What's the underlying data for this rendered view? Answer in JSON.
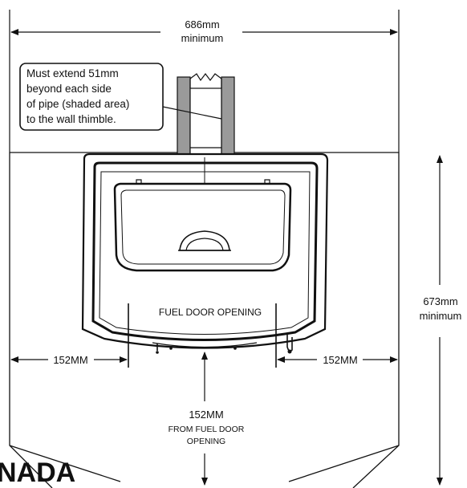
{
  "dimensions": {
    "top_width_value": "686mm",
    "top_width_note": "minimum",
    "right_depth_value": "673mm",
    "right_depth_note": "minimum",
    "side_left": "152MM",
    "side_right": "152MM",
    "front_value": "152MM",
    "front_note_line1": "FROM FUEL DOOR",
    "front_note_line2": "OPENING"
  },
  "callout": {
    "line1": "Must extend 51mm",
    "line2": "beyond each side",
    "line3": "of pipe (shaded area)",
    "line4": "to the wall thimble."
  },
  "stove": {
    "label": "FUEL DOOR OPENING"
  },
  "corner_caption": "NADA"
}
